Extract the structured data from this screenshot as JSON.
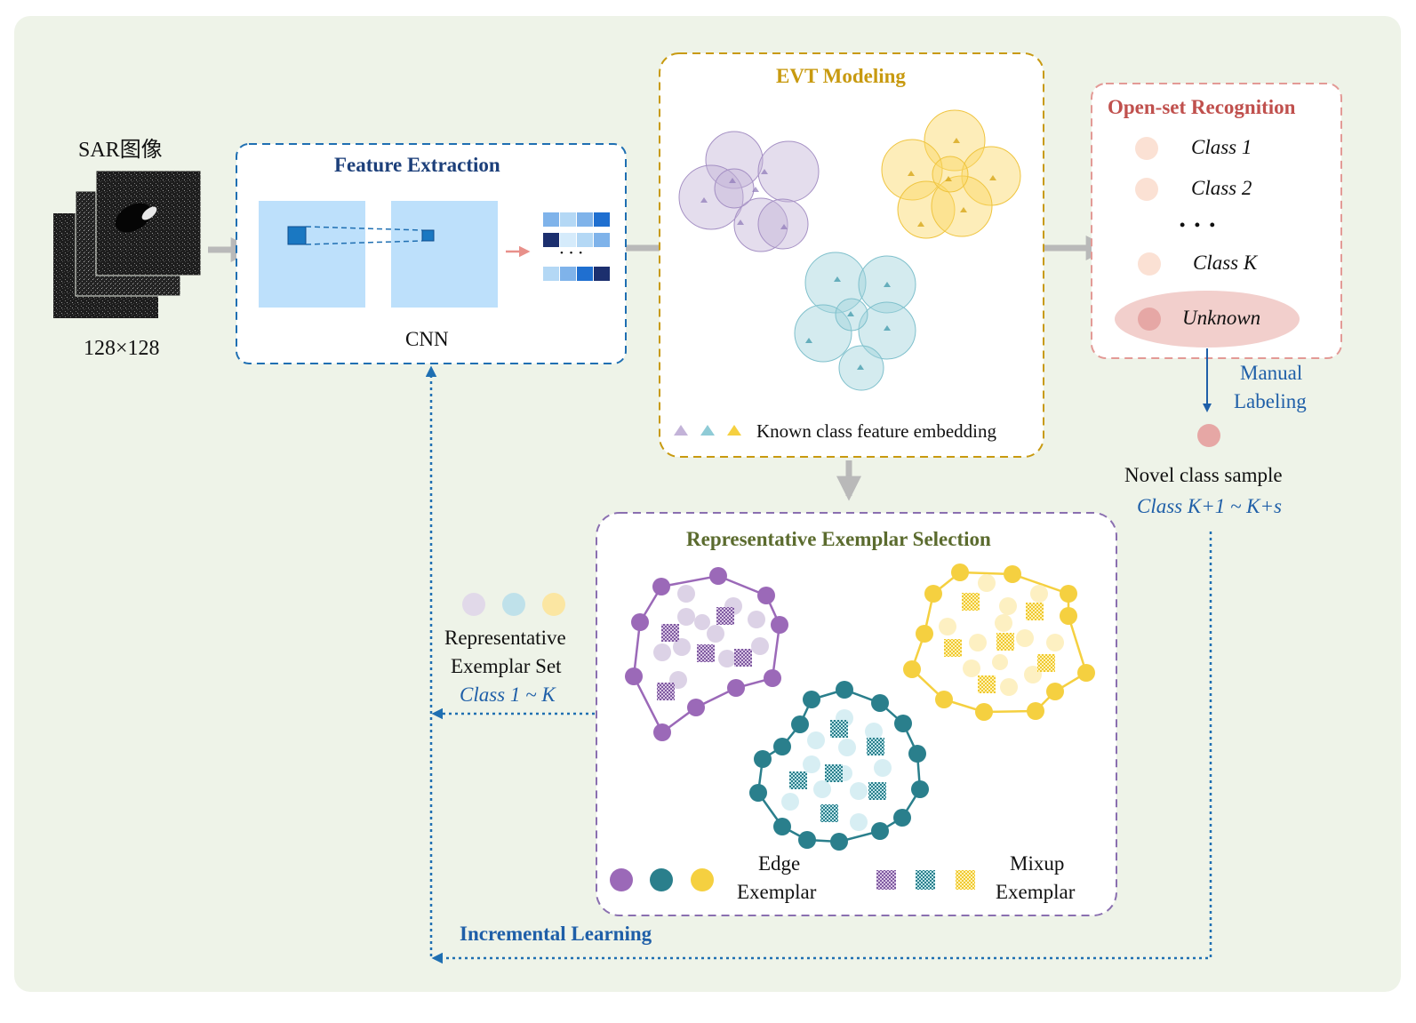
{
  "input": {
    "label": "SAR图像",
    "size_label": "128×128"
  },
  "feature_extraction": {
    "title": "Feature Extraction",
    "network_label": "CNN",
    "vector_ellipsis": "• • •"
  },
  "evt": {
    "title": "EVT Modeling",
    "legend_label": "Known class feature embedding"
  },
  "open_set": {
    "title": "Open-set Recognition",
    "classes": [
      "Class 1",
      "Class 2",
      "Class K"
    ],
    "ellipsis": "• • •",
    "unknown_label": "Unknown"
  },
  "manual_labeling": {
    "line1": "Manual",
    "line2": "Labeling"
  },
  "novel": {
    "label": "Novel class sample",
    "range": "Class K+1 ~ K+s"
  },
  "exemplar_set": {
    "line1": "Representative",
    "line2": "Exemplar Set",
    "range": "Class 1 ~ K"
  },
  "selection": {
    "title": "Representative Exemplar Selection",
    "edge_line1": "Edge",
    "edge_line2": "Exemplar",
    "mixup_line1": "Mixup",
    "mixup_line2": "Exemplar"
  },
  "incremental": {
    "label": "Incremental Learning"
  },
  "colors": {
    "background": "#eef3e8",
    "feature_blue": "#1f6fb2",
    "evt_gold": "#c89a10",
    "openset_red": "#c0504d",
    "selection_purple": "#8a6fb0",
    "selection_title": "#5b6b2e",
    "incremental_blue": "#1f5fa8",
    "class_purple": "#9b69b8",
    "class_teal": "#2a7f8c",
    "class_yellow": "#f5d040"
  }
}
